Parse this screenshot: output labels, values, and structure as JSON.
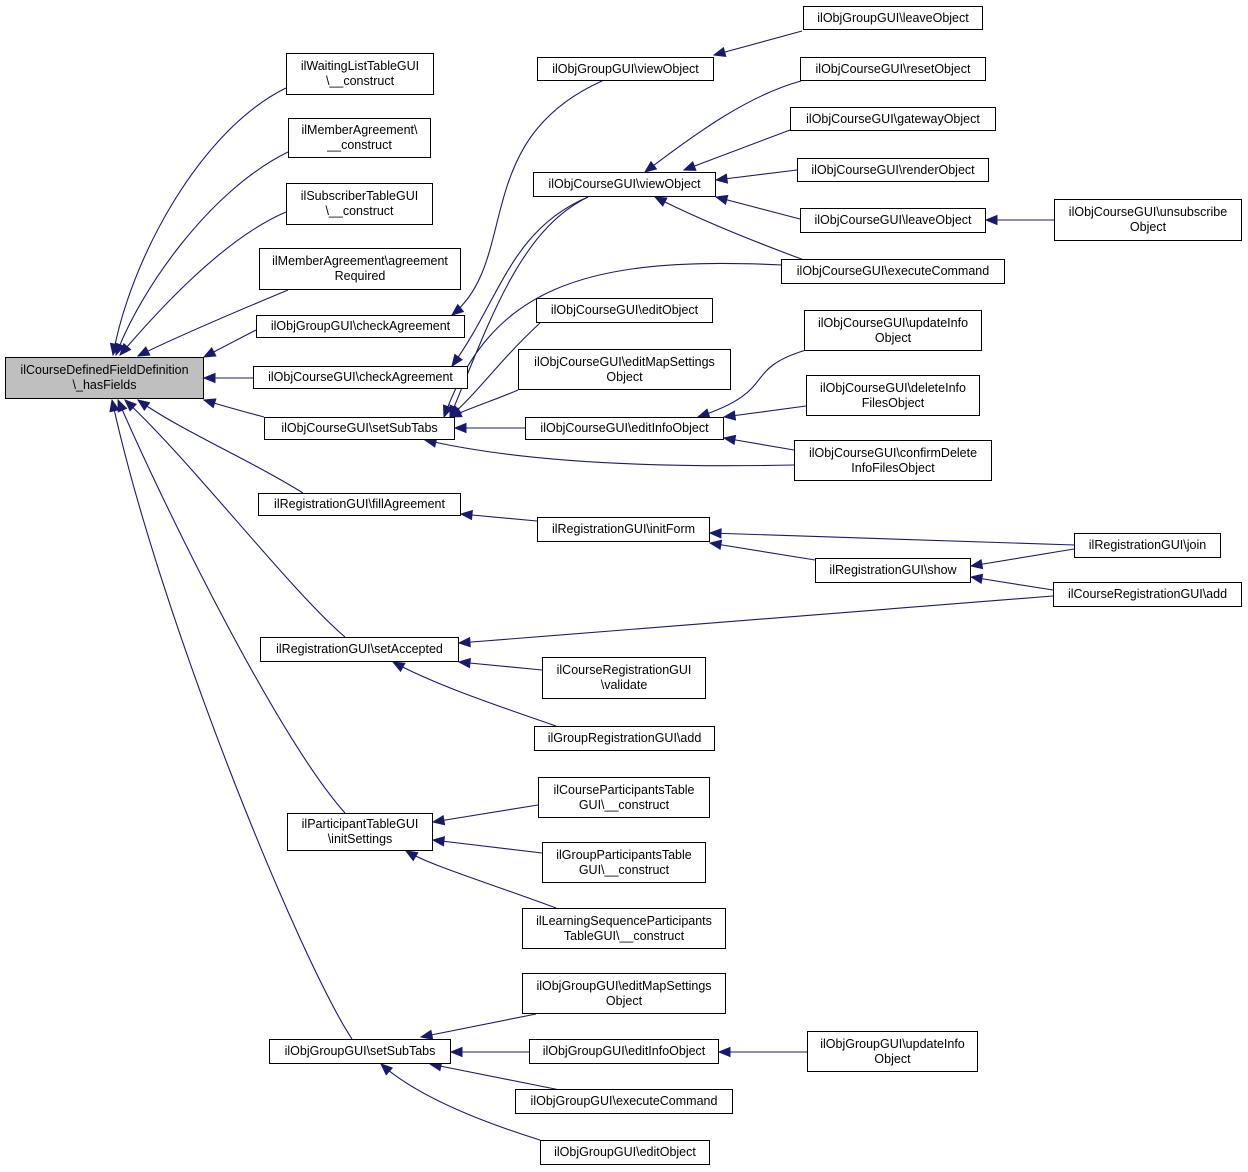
{
  "nodes": {
    "root": "ilCourseDefinedFieldDefinition\n\\_hasFields",
    "waiting": "ilWaitingListTableGUI\n\\__construct",
    "memberAgreementConstruct": "ilMemberAgreement\\\n__construct",
    "subscriberTable": "ilSubscriberTableGUI\n\\__construct",
    "agreementRequired": "ilMemberAgreement\\agreement\nRequired",
    "groupCheckAgreement": "ilObjGroupGUI\\checkAgreement",
    "courseCheckAgreement": "ilObjCourseGUI\\checkAgreement",
    "courseSetSubTabs": "ilObjCourseGUI\\setSubTabs",
    "fillAgreement": "ilRegistrationGUI\\fillAgreement",
    "setAccepted": "ilRegistrationGUI\\setAccepted",
    "participantInit": "ilParticipantTableGUI\n\\initSettings",
    "groupSetSubTabs": "ilObjGroupGUI\\setSubTabs",
    "groupViewObject": "ilObjGroupGUI\\viewObject",
    "courseViewObject": "ilObjCourseGUI\\viewObject",
    "courseEditObject": "ilObjCourseGUI\\editObject",
    "courseEditMap": "ilObjCourseGUI\\editMapSettings\nObject",
    "courseEditInfo": "ilObjCourseGUI\\editInfoObject",
    "regInitForm": "ilRegistrationGUI\\initForm",
    "regShow": "ilRegistrationGUI\\show",
    "courseRegValidate": "ilCourseRegistrationGUI\n\\validate",
    "groupRegAdd": "ilGroupRegistrationGUI\\add",
    "courseParticipants": "ilCourseParticipantsTable\nGUI\\__construct",
    "groupParticipants": "ilGroupParticipantsTable\nGUI\\__construct",
    "lsParticipants": "ilLearningSequenceParticipants\nTableGUI\\__construct",
    "groupEditMap": "ilObjGroupGUI\\editMapSettings\nObject",
    "groupEditInfo": "ilObjGroupGUI\\editInfoObject",
    "groupExecute": "ilObjGroupGUI\\executeCommand",
    "groupEditObject": "ilObjGroupGUI\\editObject",
    "groupLeave": "ilObjGroupGUI\\leaveObject",
    "courseReset": "ilObjCourseGUI\\resetObject",
    "courseGateway": "ilObjCourseGUI\\gatewayObject",
    "courseRender": "ilObjCourseGUI\\renderObject",
    "courseLeave": "ilObjCourseGUI\\leaveObject",
    "courseExecute": "ilObjCourseGUI\\executeCommand",
    "courseUpdateInfo": "ilObjCourseGUI\\updateInfo\nObject",
    "courseDeleteInfo": "ilObjCourseGUI\\deleteInfo\nFilesObject",
    "courseConfirmDelete": "ilObjCourseGUI\\confirmDelete\nInfoFilesObject",
    "courseUnsubscribe": "ilObjCourseGUI\\unsubscribe\nObject",
    "regJoin": "ilRegistrationGUI\\join",
    "courseRegAdd": "ilCourseRegistrationGUI\\add",
    "groupUpdateInfo": "ilObjGroupGUI\\updateInfo\nObject"
  },
  "colors": {
    "edge": "#191970",
    "rootFill": "#bfbfbf",
    "nodeBorder": "#000000"
  }
}
